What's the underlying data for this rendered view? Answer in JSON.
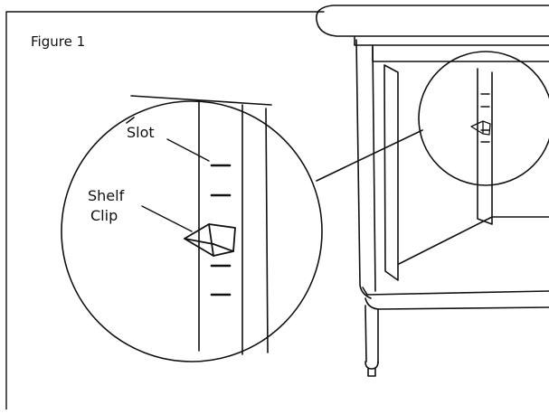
{
  "figure": {
    "title": "Figure 1",
    "labels": {
      "slot": "Slot",
      "shelf_clip_line1": "Shelf",
      "shelf_clip_line2": "Clip"
    }
  },
  "colors": {
    "line": "#111111",
    "background": "#ffffff"
  }
}
